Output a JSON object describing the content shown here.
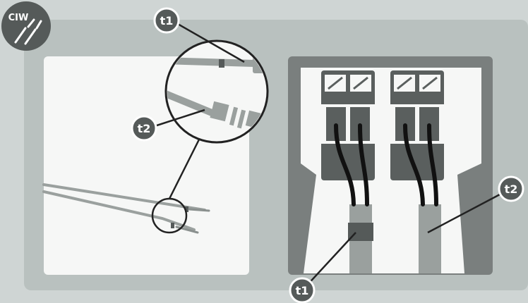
{
  "logo": {
    "text": "CIW",
    "icon": "cable-connector-icon"
  },
  "callouts": {
    "t1_top": "t1",
    "t2_left": "t2",
    "t1_bottom": "t1",
    "t2_right": "t2"
  },
  "colors": {
    "background": "#cfd5d4",
    "frame": "#b9c1bf",
    "panel_light": "#f6f7f6",
    "panel_dark": "#7a7f7e",
    "badge": "#555a59",
    "cable_grey": "#9aa09e",
    "terminal_dark": "#5a5f5e"
  }
}
